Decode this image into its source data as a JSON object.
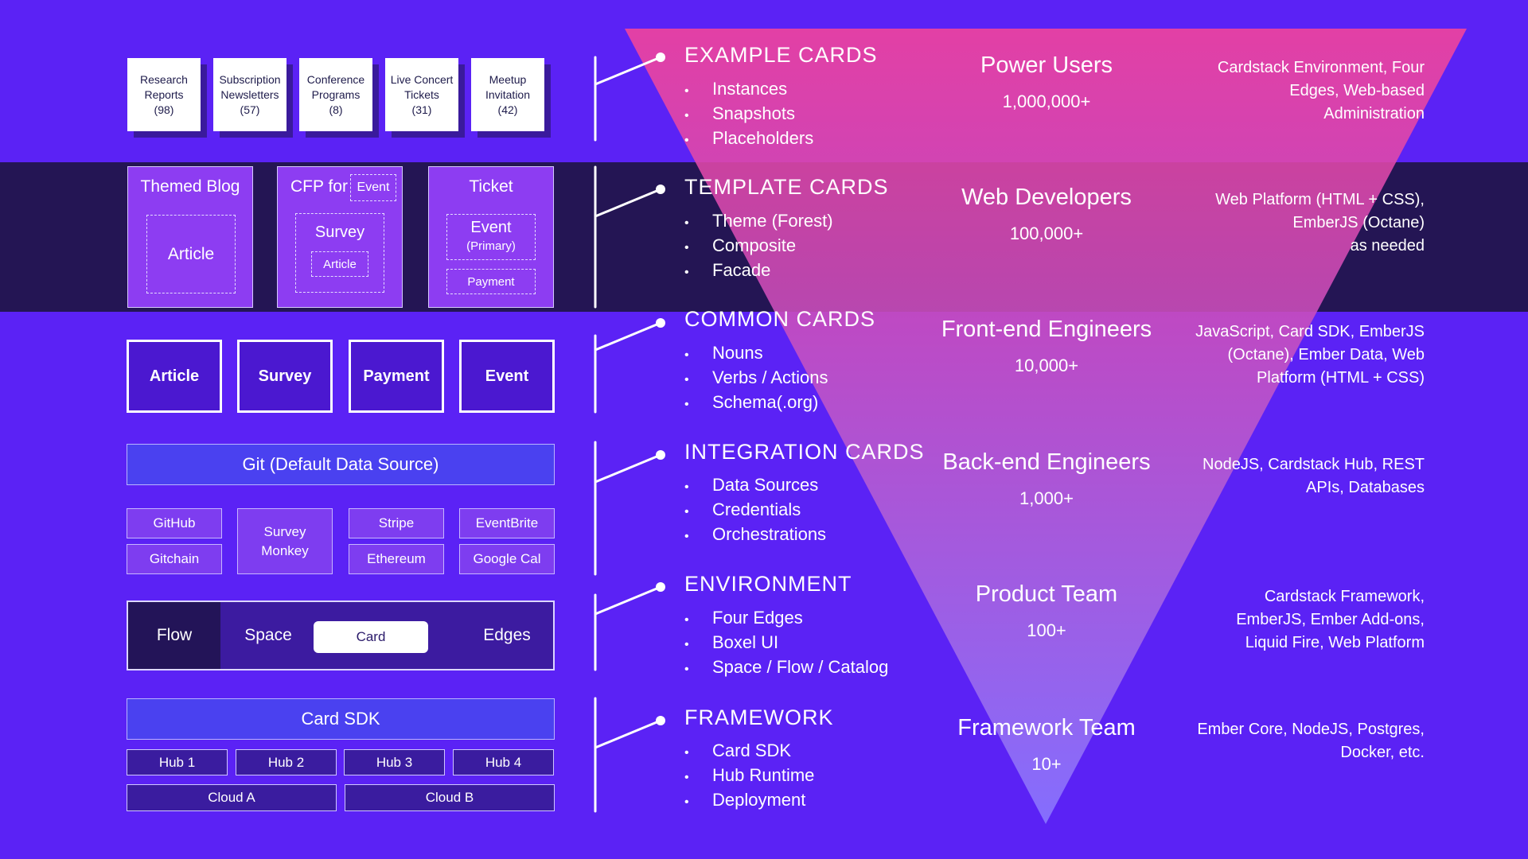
{
  "example_cards": [
    {
      "lines": [
        "Research",
        "Reports",
        "(98)"
      ]
    },
    {
      "lines": [
        "Subscription",
        "Newsletters",
        "(57)"
      ]
    },
    {
      "lines": [
        "Conference",
        "Programs",
        "(8)"
      ]
    },
    {
      "lines": [
        "Live Concert",
        "Tickets",
        "(31)"
      ]
    },
    {
      "lines": [
        "Meetup",
        "Invitation",
        "(42)"
      ]
    }
  ],
  "template_cards": {
    "themed_blog": {
      "title": "Themed Blog",
      "inner": "Article"
    },
    "cfp": {
      "title": "CFP for",
      "tag": "Event",
      "inner": "Survey",
      "inner2": "Article"
    },
    "ticket": {
      "title": "Ticket",
      "inner": "Event",
      "inner_sub": "(Primary)",
      "inner2": "Payment"
    }
  },
  "common_cards": [
    "Article",
    "Survey",
    "Payment",
    "Event"
  ],
  "integration": {
    "git": "Git (Default Data Source)",
    "sources": [
      "GitHub",
      "Gitchain",
      "Survey",
      "Monkey",
      "Stripe",
      "Ethereum",
      "EventBrite",
      "Google Cal"
    ]
  },
  "environment": {
    "flow": "Flow",
    "space": "Space",
    "card": "Card",
    "edges": "Edges"
  },
  "framework": {
    "sdk": "Card SDK",
    "hubs": [
      "Hub 1",
      "Hub 2",
      "Hub 3",
      "Hub 4"
    ],
    "clouds": [
      "Cloud A",
      "Cloud B"
    ]
  },
  "layers": [
    {
      "title": "EXAMPLE CARDS",
      "bullets": [
        "Instances",
        "Snapshots",
        "Placeholders"
      ],
      "audience": "Power Users",
      "count": "1,000,000+",
      "requirements": [
        "Cardstack Environment, Four",
        "Edges, Web-based",
        "Administration"
      ]
    },
    {
      "title": "TEMPLATE CARDS",
      "bullets": [
        "Theme (Forest)",
        "Composite",
        "Facade"
      ],
      "audience": "Web Developers",
      "count": "100,000+",
      "requirements": [
        "Web Platform (HTML + CSS),",
        "EmberJS (Octane)",
        "as needed"
      ]
    },
    {
      "title": "COMMON CARDS",
      "bullets": [
        "Nouns",
        "Verbs / Actions",
        "Schema(.org)"
      ],
      "audience": "Front-end Engineers",
      "count": "10,000+",
      "requirements": [
        "JavaScript, Card SDK, EmberJS",
        "(Octane), Ember Data, Web",
        "Platform (HTML + CSS)"
      ]
    },
    {
      "title": "INTEGRATION CARDS",
      "bullets": [
        "Data Sources",
        "Credentials",
        "Orchestrations"
      ],
      "audience": "Back-end Engineers",
      "count": "1,000+",
      "requirements": [
        "NodeJS, Cardstack Hub, REST",
        "APIs, Databases"
      ]
    },
    {
      "title": "ENVIRONMENT",
      "bullets": [
        "Four Edges",
        "Boxel UI",
        "Space / Flow / Catalog"
      ],
      "audience": "Product Team",
      "count": "100+",
      "requirements": [
        "Cardstack Framework,",
        "EmberJS, Ember Add-ons,",
        "Liquid Fire, Web Platform"
      ]
    },
    {
      "title": "FRAMEWORK",
      "bullets": [
        "Card SDK",
        "Hub Runtime",
        "Deployment"
      ],
      "audience": "Framework Team",
      "count": "10+",
      "requirements": [
        "Ember Core, NodeJS, Postgres,",
        "Docker, etc."
      ]
    }
  ],
  "colors": {
    "background": "#5b22f5",
    "band": "#241554",
    "funnel_top": "#f5449a",
    "funnel_bottom": "#8a78ff"
  }
}
